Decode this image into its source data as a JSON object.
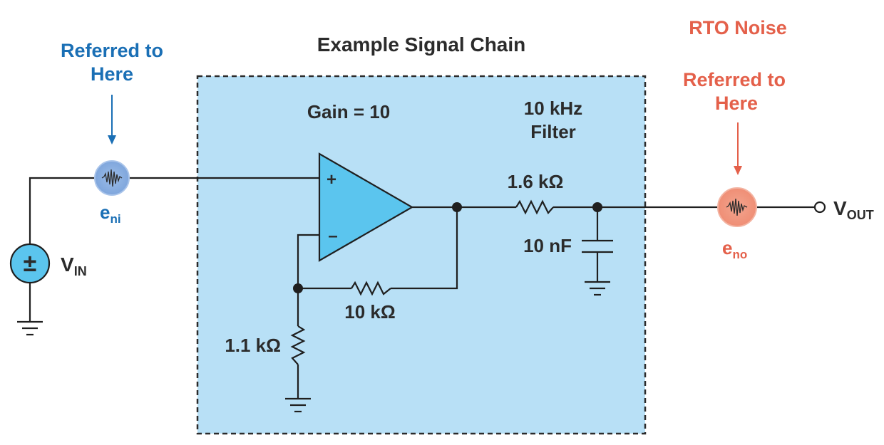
{
  "title": "Example Signal Chain",
  "rti": {
    "line1": "Referred to",
    "line2": "Here",
    "noise_source": {
      "label": "e",
      "sub": "ni"
    }
  },
  "rto": {
    "header": "RTO Noise",
    "line1": "Referred to",
    "line2": "Here",
    "noise_source": {
      "label": "e",
      "sub": "no"
    }
  },
  "amplifier": {
    "gain_label": "Gain = 10",
    "plus": "+",
    "minus": "–"
  },
  "filter": {
    "line1": "10 kHz",
    "line2": "Filter"
  },
  "components": {
    "r_series": "1.6 kΩ",
    "c_filter": "10 nF",
    "r_feedback": "10 kΩ",
    "r_ground": "1.1 kΩ"
  },
  "input_source": {
    "symbol": "±",
    "label": "V",
    "sub": "IN"
  },
  "output": {
    "label": "V",
    "sub": "OUT"
  },
  "colors": {
    "box_fill": "#b8e0f6",
    "opamp_fill": "#5bc5ee",
    "rti_blue": "#1a6fb5",
    "noise_blue_fill": "#7fa6dc",
    "rto_red": "#e4604a",
    "noise_red_fill": "#ef8e75"
  }
}
